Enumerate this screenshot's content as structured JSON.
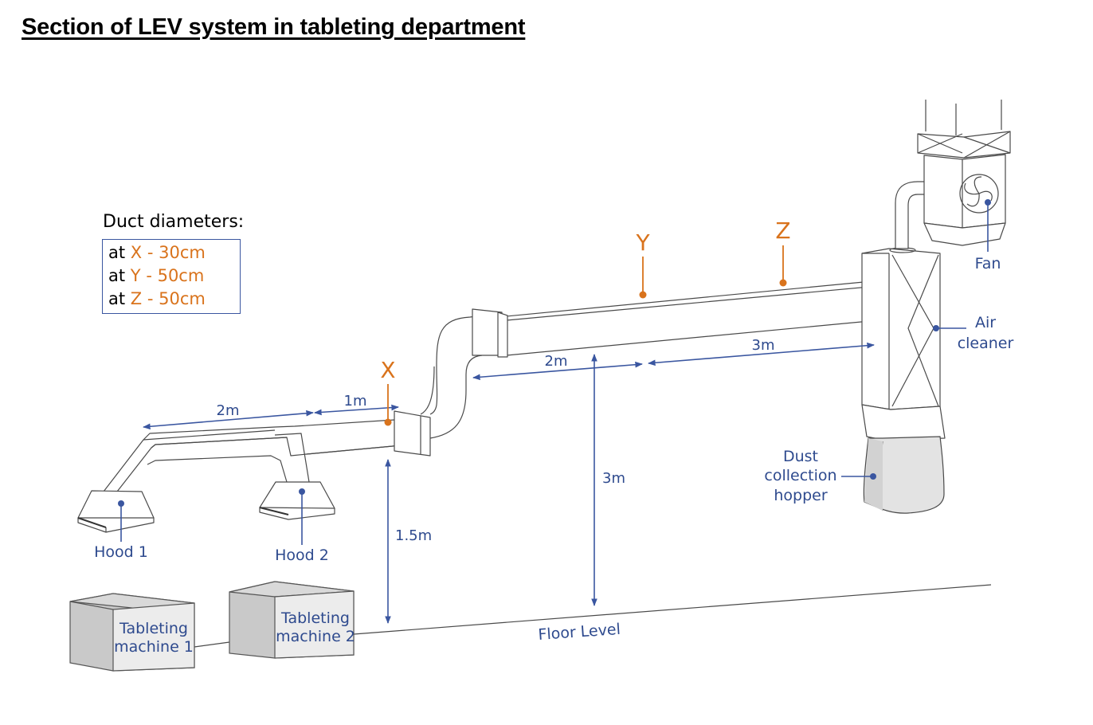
{
  "title": "Section of LEV system in tableting department",
  "legend": {
    "heading": "Duct diameters:",
    "rows": [
      {
        "prefix": "at",
        "point": "X",
        "sep": "-",
        "value": "30cm"
      },
      {
        "prefix": "at",
        "point": "Y",
        "sep": "-",
        "value": "50cm"
      },
      {
        "prefix": "at",
        "point": "Z",
        "sep": "-",
        "value": "50cm"
      }
    ]
  },
  "points": {
    "x": "X",
    "y": "Y",
    "z": "Z"
  },
  "dimensions": {
    "hood1_to_hood2": "2m",
    "hood2_to_x": "1m",
    "lower_duct_height": "1.5m",
    "upper_left": "2m",
    "upper_right": "3m",
    "upper_duct_height": "3m"
  },
  "labels": {
    "hood1": "Hood 1",
    "hood2": "Hood 2",
    "machine1": [
      "Tableting",
      "machine 1"
    ],
    "machine2": [
      "Tableting",
      "machine 2"
    ],
    "floor": "Floor Level",
    "fan": "Fan",
    "air_cleaner": [
      "Air",
      "cleaner"
    ],
    "hopper": [
      "Dust",
      "collection",
      "hopper"
    ]
  },
  "colors": {
    "label_blue": "#2e4a8e",
    "point_orange": "#d9731c",
    "box_border": "#3a56a0"
  }
}
